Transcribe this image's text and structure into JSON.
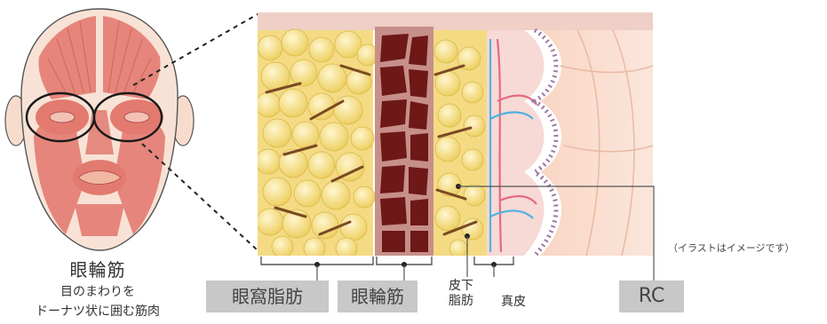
{
  "caption": {
    "title": "眼輪筋",
    "line1": "目のまわりを",
    "line2": "ドーナツ状に囲む筋肉"
  },
  "labels": {
    "orbital_fat": "眼窩脂肪",
    "orbicularis": "眼輪筋",
    "subcutaneous_line1": "皮下",
    "subcutaneous_line2": "脂肪",
    "dermis": "真皮",
    "rc": "RC"
  },
  "note": "（イラストはイメージです）",
  "colors": {
    "fat": "#f2d36a",
    "muscle": "#7a1f1f",
    "skin": "#f6c7b3",
    "label_bg": "#c8c8c8",
    "vessel_blue": "#4fb3e0",
    "vessel_red": "#e46a7d"
  }
}
